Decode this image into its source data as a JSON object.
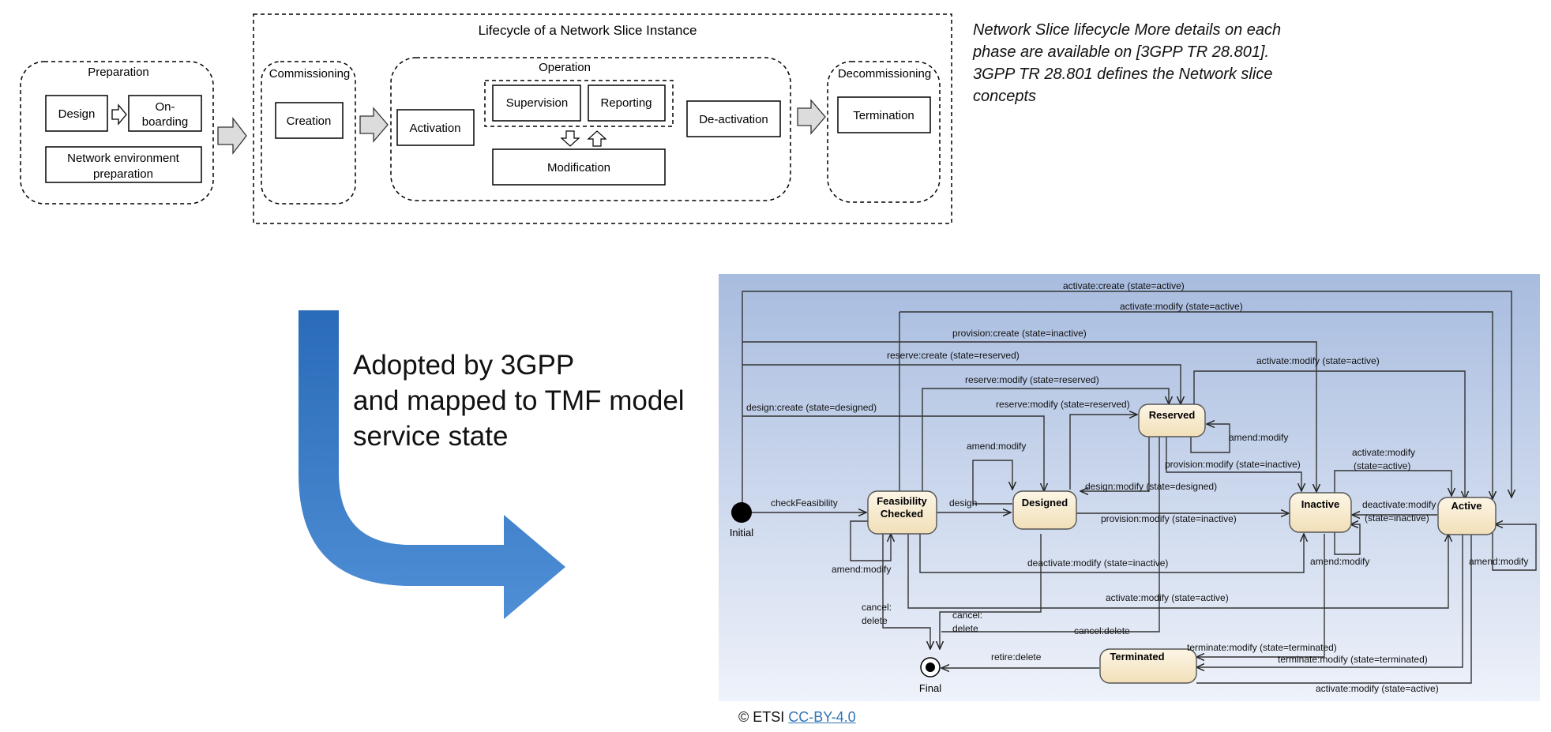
{
  "lifecycle": {
    "title": "Lifecycle of a Network Slice Instance",
    "phases": {
      "preparation": "Preparation",
      "commissioning": "Commissioning",
      "operation": "Operation",
      "decommissioning": "Decommissioning"
    },
    "boxes": {
      "design": "Design",
      "onboarding_1": "On-",
      "onboarding_2": "boarding",
      "network_env_1": "Network environment",
      "network_env_2": "preparation",
      "creation": "Creation",
      "activation": "Activation",
      "supervision": "Supervision",
      "reporting": "Reporting",
      "modification": "Modification",
      "deactivation": "De-activation",
      "termination": "Termination"
    }
  },
  "note": {
    "text": "Network Slice lifecycle More details on each phase are available on [3GPP TR 28.801]. 3GPP TR 28.801 defines the Network slice concepts"
  },
  "adopted": {
    "text": "Adopted by 3GPP\nand mapped to TMF model\nservice state"
  },
  "state_diagram": {
    "states": {
      "initial": "Initial",
      "final": "Final",
      "feasibility_1": "Feasibility",
      "feasibility_2": "Checked",
      "designed": "Designed",
      "reserved": "Reserved",
      "inactive": "Inactive",
      "active": "Active",
      "terminated": "Terminated"
    },
    "transitions": {
      "t1": "activate:create (state=active)",
      "t2": "activate:modify (state=active)",
      "t3": "provision:create (state=inactive)",
      "t4": "reserve:create (state=reserved)",
      "t5": "activate:modify (state=active)",
      "t6": "reserve:modify (state=reserved)",
      "t7": "design:create (state=designed)",
      "t8": "reserve:modify (state=reserved)",
      "t9": "amend:modify",
      "t10": "amend:modify",
      "t11": "provision:modify (state=inactive)",
      "t12_1": "activate:modify",
      "t12_2": "(state=active)",
      "t13": "design:modify (state=designed)",
      "t14": "checkFeasibility",
      "t15": "design",
      "t16": "provision:modify (state=inactive)",
      "t17_1": "deactivate:modify",
      "t17_2": "(state=inactive)",
      "t18": "amend:modify",
      "t19": "deactivate:modify (state=inactive)",
      "t20": "amend:modify",
      "t21": "amend:modify",
      "t22": "activate:modify (state=active)",
      "t23_1": "cancel:",
      "t23_2": "delete",
      "t24_1": "cancel:",
      "t24_2": "delete",
      "t25": "cancel:delete",
      "t26": "terminate:modify (state=terminated)",
      "t27": "terminate:modify (state=terminated)",
      "t28": "retire:delete",
      "t29": "activate:modify (state=active)"
    }
  },
  "footer": {
    "copyright": "© ETSI",
    "license_link": "CC-BY-4.0"
  },
  "colors": {
    "state_fill": "#fbefd6",
    "panel_top": "#a9bddf",
    "panel_bottom": "#eef2fa",
    "arrow_blue": "#3d7cc9"
  }
}
